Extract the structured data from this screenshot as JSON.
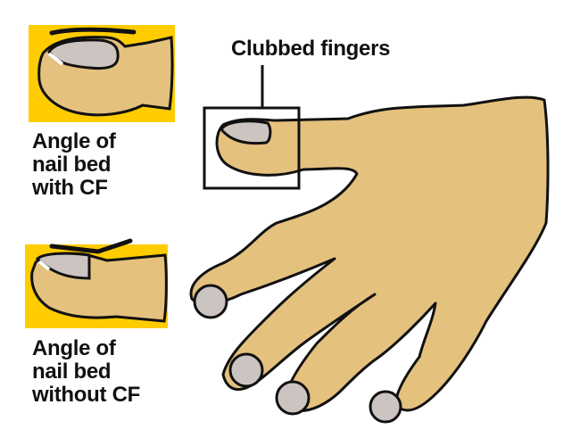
{
  "title": "Clubbed fingers",
  "panels": [
    {
      "label_lines": [
        "Angle of",
        "nail bed",
        "with CF"
      ]
    },
    {
      "label_lines": [
        "Angle of",
        "nail bed",
        "without CF"
      ]
    }
  ],
  "colors": {
    "panel_bg": "#FFCC00",
    "skin": "#E5C17E",
    "nail": "#CCC4C0",
    "outline": "#111111"
  }
}
